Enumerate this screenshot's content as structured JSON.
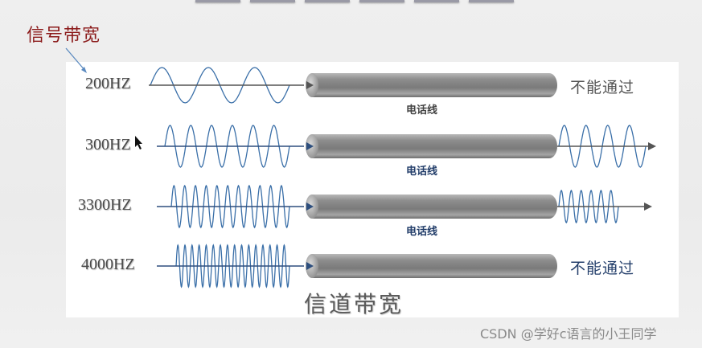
{
  "title": "信号带宽",
  "channel_title": "信道带宽",
  "watermark": "CSDN @学好c语言的小王同学",
  "colors": {
    "title_red": "#8b1a1a",
    "wave_blue": "#3a6fa8",
    "axis_dark": "#555555",
    "axis_blue": "#2e4f7e",
    "cable_gray": "#8c8c8c",
    "label_blue": "#243f6b",
    "label_gray": "#444444"
  },
  "rows": [
    {
      "frequency": "200HZ",
      "cable_label": "电话线",
      "passes": false,
      "result_text": "不能通过",
      "in_cycles": 3,
      "out_cycles": 0,
      "label_color": "#444444",
      "axis_color": "#555555"
    },
    {
      "frequency": "300HZ",
      "cable_label": "电话线",
      "passes": true,
      "result_text": "",
      "in_cycles": 6,
      "out_cycles": 4,
      "label_color": "#243f6b",
      "axis_color": "#2e4f7e"
    },
    {
      "frequency": "3300HZ",
      "cable_label": "电话线",
      "passes": true,
      "result_text": "",
      "in_cycles": 11,
      "out_cycles": 6,
      "label_color": "#243f6b",
      "axis_color": "#2e4f7e"
    },
    {
      "frequency": "4000HZ",
      "cable_label": "",
      "passes": false,
      "result_text": "不能通过",
      "in_cycles": 16,
      "out_cycles": 0,
      "label_color": "#243f6b",
      "axis_color": "#2e4f7e"
    }
  ]
}
